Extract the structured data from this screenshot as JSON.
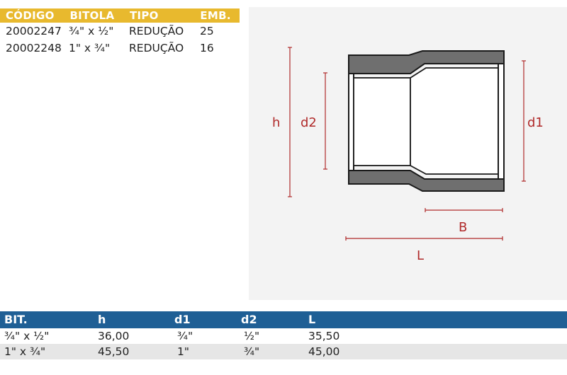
{
  "product_table": {
    "headers": [
      "CÓDIGO",
      "BITOLA",
      "TIPO",
      "EMB."
    ],
    "rows": [
      [
        "20002247",
        "¾\" x ½\"",
        "REDUÇÃO",
        "25"
      ],
      [
        "20002248",
        "1\" x ¾\"",
        "REDUÇÃO",
        "16"
      ]
    ]
  },
  "drawing": {
    "labels": {
      "h": "h",
      "d2": "d2",
      "d1": "d1",
      "B": "B",
      "L": "L"
    },
    "colors": {
      "dimension": "#b02a2a",
      "wall": "#6f6f6f",
      "outline": "#1a1a1a",
      "panel": "#f3f3f3"
    }
  },
  "dimension_table": {
    "headers": [
      "BIT.",
      "h",
      "d1",
      "d2",
      "L"
    ],
    "rows": [
      [
        "¾\" x ½\"",
        "36,00",
        "¾\"",
        "½\"",
        "35,50"
      ],
      [
        "1\" x ¾\"",
        "45,50",
        "1\"",
        "¾\"",
        "45,00"
      ]
    ]
  },
  "colors": {
    "top_header": "#e8b92e",
    "bottom_header": "#1f5f95",
    "alt_row": "#e6e6e6"
  }
}
